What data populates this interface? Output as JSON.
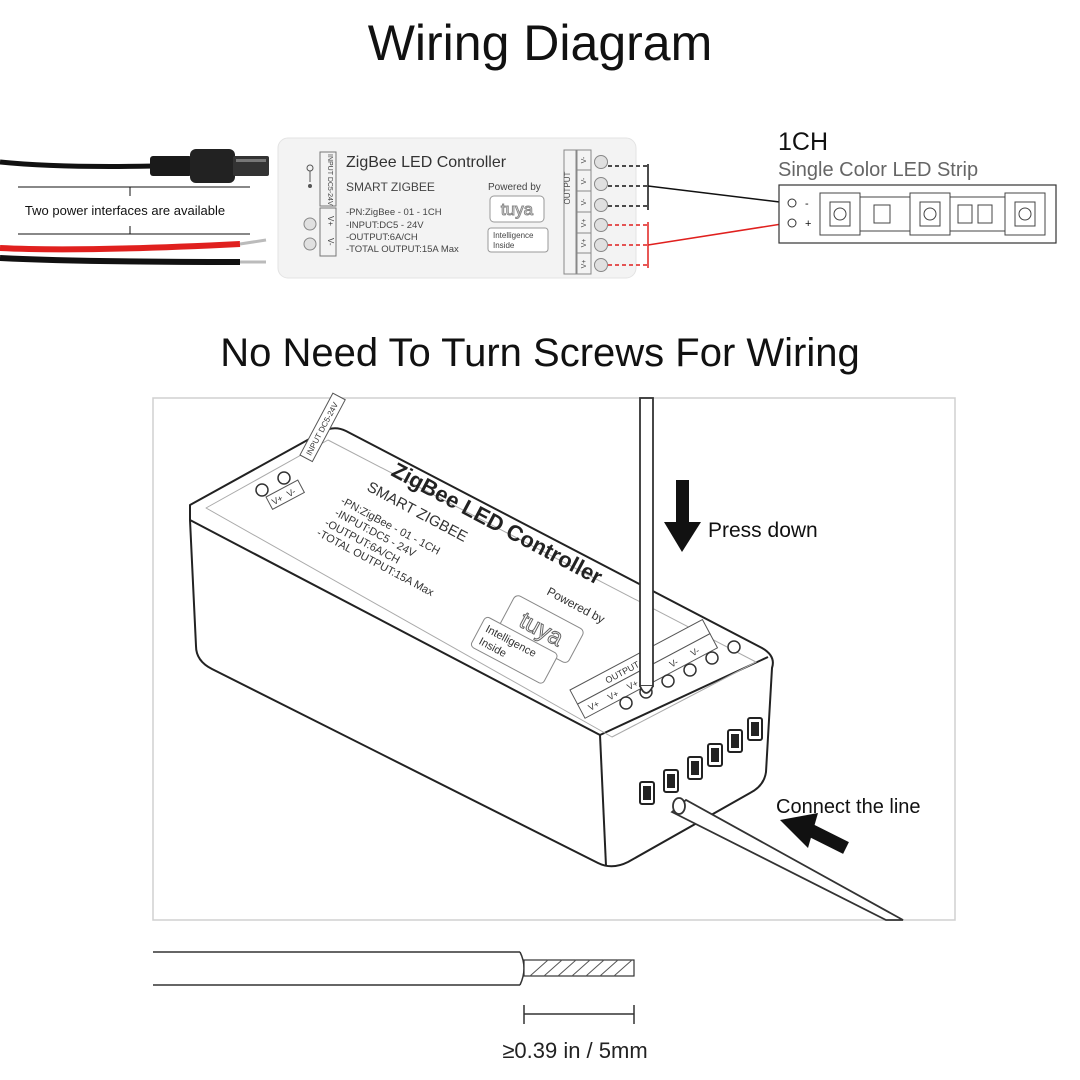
{
  "titles": {
    "wiring": "Wiring Diagram",
    "no_screws": "No Need To Turn Screws For Wiring"
  },
  "power": {
    "note": "Two power interfaces are available"
  },
  "controller": {
    "name": "ZigBee LED Controller",
    "subtitle": "SMART ZIGBEE",
    "powered_by": "Powered by",
    "brand": "tuya",
    "badge_line1": "Intelligence",
    "badge_line2": "Inside",
    "spec_pn": "-PN:ZigBee - 01 - 1CH",
    "spec_input": "-INPUT:DC5 - 24V",
    "spec_output": "-OUTPUT:6A/CH",
    "spec_total": "-TOTAL OUTPUT:15A Max",
    "input_label": "INPUT DC5-24V",
    "input_pos": "V+",
    "input_neg": "V-",
    "output_label": "OUTPUT",
    "output_terminals": [
      "V-",
      "V-",
      "V-",
      "V+",
      "V+",
      "V+"
    ]
  },
  "strip": {
    "channel": "1CH",
    "type": "Single Color LED Strip",
    "minus": "-",
    "plus": "+"
  },
  "steps": {
    "press": "Press down",
    "connect": "Connect the line"
  },
  "strip_length": {
    "label": "≥0.39 in / 5mm"
  },
  "colors": {
    "wire_red": "#e0201e",
    "wire_black": "#111111",
    "outline": "#333333",
    "panel_bg": "#f4f4f4"
  }
}
